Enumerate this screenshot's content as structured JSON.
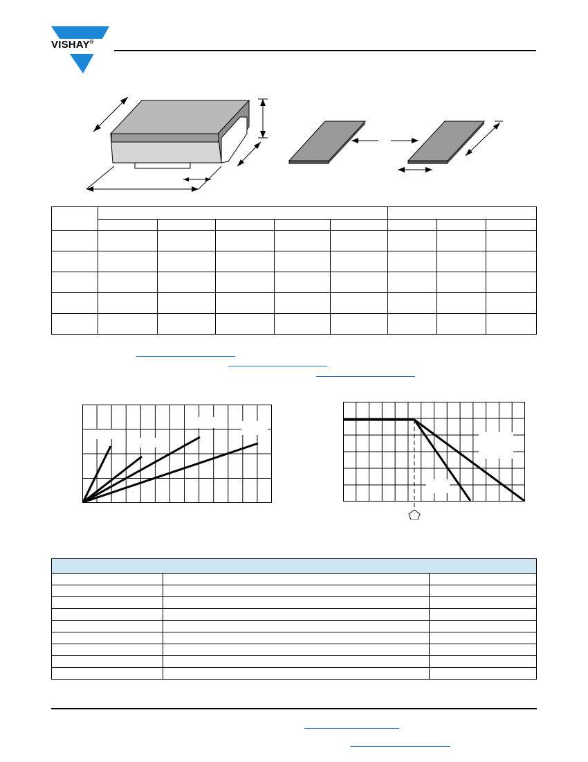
{
  "header": {
    "logo_text": "VISHAY",
    "logo_mark": "®",
    "logo_color": "#1a86d6"
  },
  "colors": {
    "link": "#1a73c9",
    "table_header_fill": "#cfe6f4",
    "package_top": "#b9b9b9",
    "package_side": "#9a9a9a",
    "package_body": "#d6d6d6"
  },
  "charts": {
    "left_grid": {
      "cols": 13,
      "rows": 4
    },
    "right_grid": {
      "cols": 14,
      "rows": 6
    }
  },
  "icons": {
    "pentagon_marker": "pentagon-icon"
  }
}
